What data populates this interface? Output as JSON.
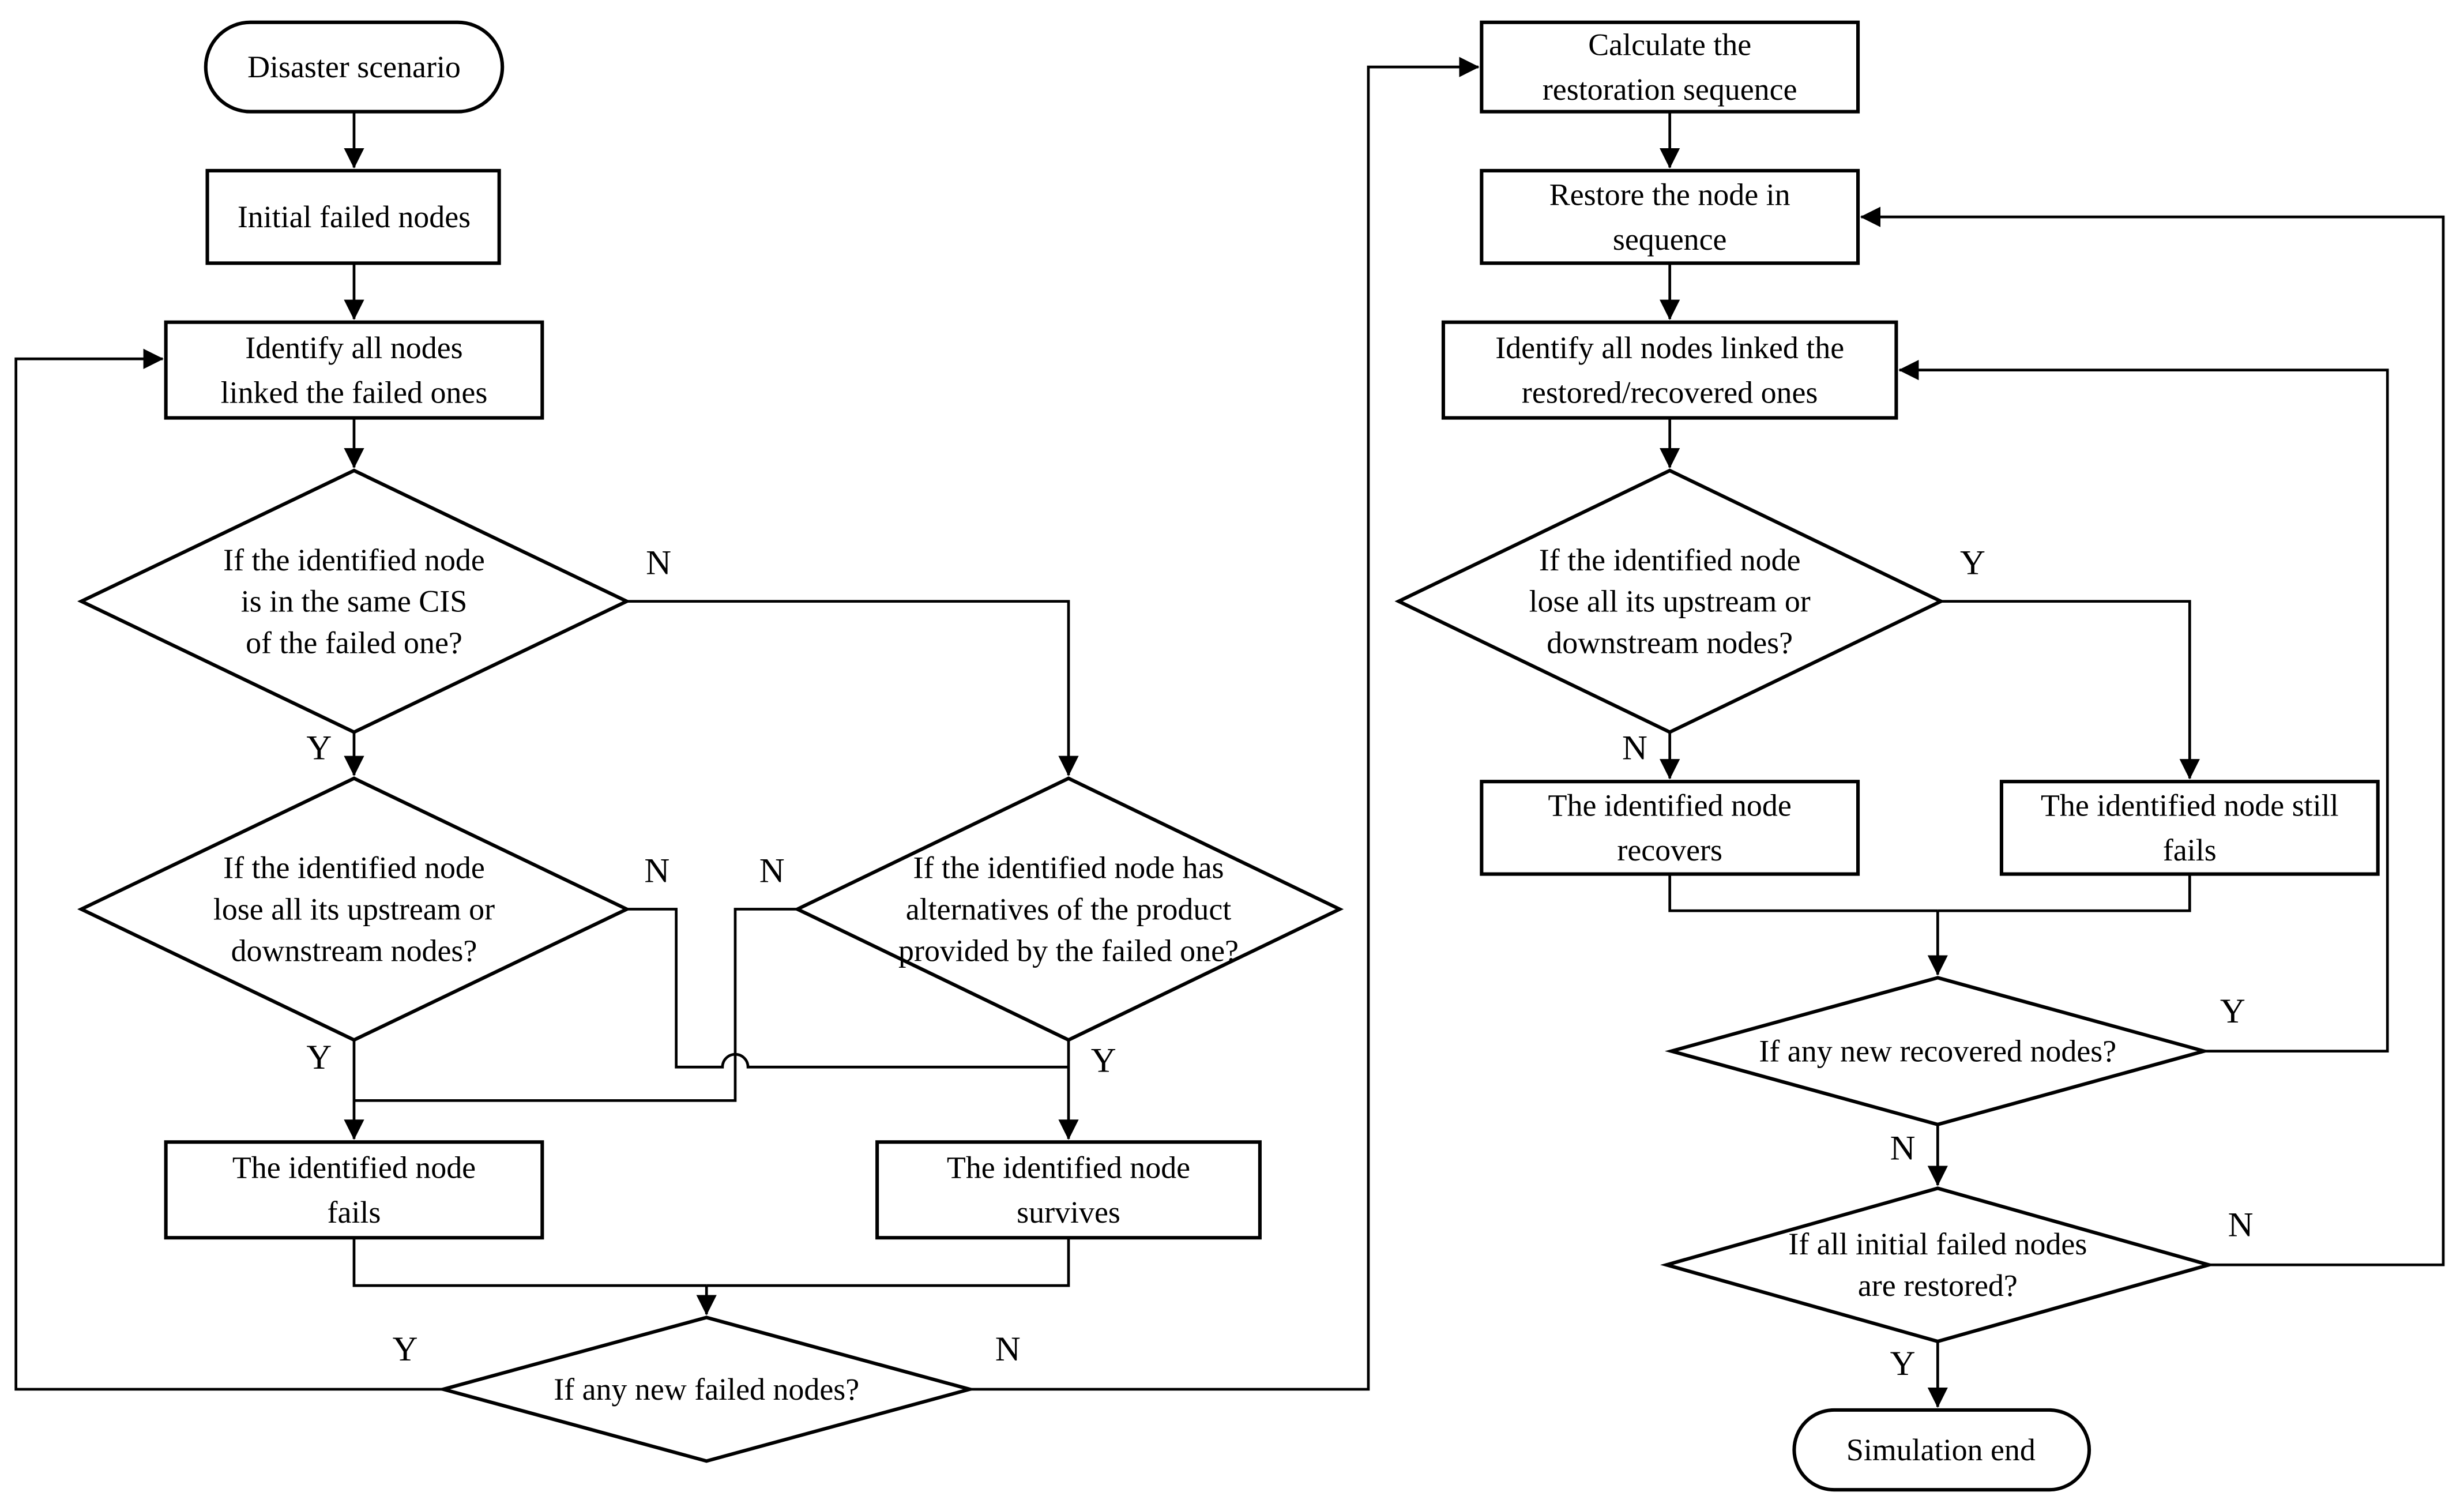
{
  "nodes": {
    "start": {
      "label": "Disaster scenario"
    },
    "initial_failed": {
      "label": "Initial failed nodes"
    },
    "identify_failed": {
      "lines": [
        "Identify all nodes",
        "linked the failed ones"
      ]
    },
    "same_cis": {
      "lines": [
        "If the identified node",
        "is in the same CIS",
        "of the failed one?"
      ]
    },
    "lose_links_fail": {
      "lines": [
        "If the identified node",
        "lose all its upstream or",
        "downstream nodes?"
      ]
    },
    "alternatives": {
      "lines": [
        "If the identified node has",
        "alternatives of the product",
        "provided by the failed one?"
      ]
    },
    "node_fails": {
      "lines": [
        "The identified node",
        "fails"
      ]
    },
    "node_survives": {
      "lines": [
        "The identified node",
        "survives"
      ]
    },
    "new_failed": {
      "label": "If any new failed nodes?"
    },
    "calculate": {
      "lines": [
        "Calculate the",
        "restoration sequence"
      ]
    },
    "restore": {
      "lines": [
        "Restore the node in",
        "sequence"
      ]
    },
    "identify_restored": {
      "lines": [
        "Identify all nodes linked the",
        "restored/recovered ones"
      ]
    },
    "lose_links_restore": {
      "lines": [
        "If the identified node",
        "lose all its upstream or",
        "downstream nodes?"
      ]
    },
    "node_recovers": {
      "lines": [
        "The identified node",
        "recovers"
      ]
    },
    "node_still_fails": {
      "lines": [
        "The identified node still",
        "fails"
      ]
    },
    "new_recovered": {
      "label": "If any new recovered nodes?"
    },
    "all_restored": {
      "lines": [
        "If all initial failed nodes",
        "are restored?"
      ]
    },
    "end": {
      "label": "Simulation end"
    }
  },
  "branch_labels": {
    "yes": "Y",
    "no": "N"
  },
  "colors": {
    "line": "#000000",
    "background": "#ffffff"
  }
}
